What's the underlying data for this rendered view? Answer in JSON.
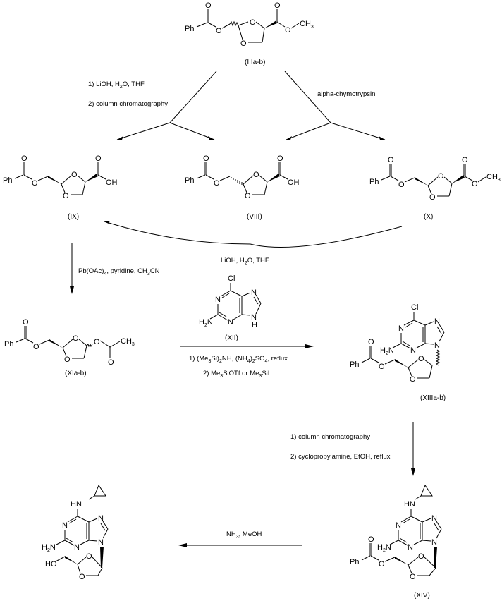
{
  "scheme": {
    "compounds": {
      "IIIab": {
        "label": "(IIIa-b)",
        "left_group": "Ph",
        "right_group": "CH",
        "right_sub": "3"
      },
      "IX": {
        "label": "(IX)",
        "left_group": "Ph",
        "right_group": "OH"
      },
      "VIII": {
        "label": "(VIII)",
        "left_group": "Ph",
        "right_group": "OH"
      },
      "X": {
        "label": "(X)",
        "left_group": "Ph",
        "right_group": "CH",
        "right_sub": "3"
      },
      "XIab": {
        "label": "(XIa-b)",
        "left_group": "Ph",
        "right_group": "CH",
        "right_sub": "3"
      },
      "XII": {
        "label": "(XII)",
        "top_atom": "Cl",
        "amine": "H",
        "amine_sub": "2",
        "amine_n": "N",
        "nh": "H"
      },
      "XIIIab": {
        "label": "(XIIIa-b)",
        "top_atom": "Cl",
        "left_group": "Ph"
      },
      "XIV": {
        "label": "(XIV)",
        "top_group": "HN",
        "left_group": "Ph"
      },
      "final": {
        "top_group": "HN",
        "left_group": "HO"
      }
    },
    "atoms": {
      "O": "O",
      "N": "N"
    },
    "reagents": {
      "hydrolysis_1": "1) LiOH, H",
      "hydrolysis_1_sub": "2",
      "hydrolysis_1_end": "O, THF",
      "hydrolysis_2": "2) column chromatography",
      "enzyme": "alpha-chymotrypsin",
      "recycle": "LiOH, H",
      "recycle_sub": "2",
      "recycle_end": "O, THF",
      "oxidation": "Pb(OAc)",
      "oxidation_sub1": "4",
      "oxidation_mid": ", pyridine, CH",
      "oxidation_sub2": "3",
      "oxidation_end": "CN",
      "coupling_1a": "1) (Me",
      "coupling_1_sub1": "3",
      "coupling_1b": "Si)",
      "coupling_1_sub2": "2",
      "coupling_1c": "NH, (NH",
      "coupling_1_sub3": "4",
      "coupling_1d": ")",
      "coupling_1_sub4": "2",
      "coupling_1e": "SO",
      "coupling_1_sub5": "4",
      "coupling_1f": ", reflux",
      "coupling_2a": "2) Me",
      "coupling_2_sub1": "3",
      "coupling_2b": "SiOTf  or Me",
      "coupling_2_sub2": "3",
      "coupling_2c": "SiI",
      "amination_1": "1) column chromatography",
      "amination_2": "2) cyclopropylamine, EtOH, reflux",
      "deprotection": "NH",
      "deprotection_sub": "3",
      "deprotection_end": ", MeOH"
    }
  }
}
